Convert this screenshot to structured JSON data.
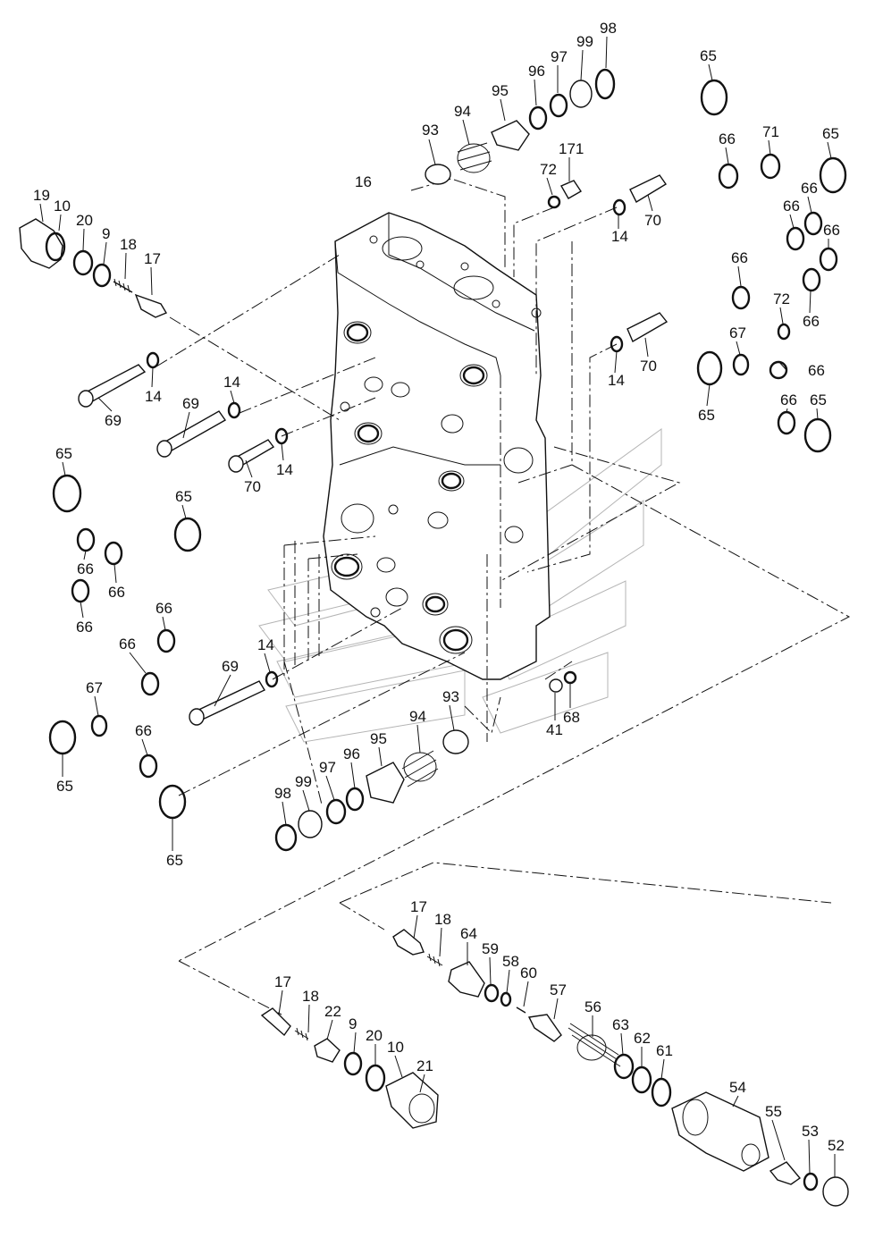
{
  "labels": [
    {
      "id": "l19a",
      "text": "19"
    },
    {
      "id": "l10a",
      "text": "10"
    },
    {
      "id": "l20a",
      "text": "20"
    },
    {
      "id": "l9a",
      "text": "9"
    },
    {
      "id": "l18a",
      "text": "18"
    },
    {
      "id": "l17a",
      "text": "17"
    },
    {
      "id": "l16",
      "text": "16"
    },
    {
      "id": "l93a",
      "text": "93"
    },
    {
      "id": "l94a",
      "text": "94"
    },
    {
      "id": "l95a",
      "text": "95"
    },
    {
      "id": "l96a",
      "text": "96"
    },
    {
      "id": "l97a",
      "text": "97"
    },
    {
      "id": "l99a",
      "text": "99"
    },
    {
      "id": "l98a",
      "text": "98"
    },
    {
      "id": "l72a",
      "text": "72"
    },
    {
      "id": "l171",
      "text": "171"
    },
    {
      "id": "l14a",
      "text": "14"
    },
    {
      "id": "l70a",
      "text": "70"
    },
    {
      "id": "l14b",
      "text": "14"
    },
    {
      "id": "l70b",
      "text": "70"
    },
    {
      "id": "l65a",
      "text": "65"
    },
    {
      "id": "l66a",
      "text": "66"
    },
    {
      "id": "l71",
      "text": "71"
    },
    {
      "id": "l65b",
      "text": "65"
    },
    {
      "id": "l66b",
      "text": "66"
    },
    {
      "id": "l66c",
      "text": "66"
    },
    {
      "id": "l66d",
      "text": "66"
    },
    {
      "id": "l66e",
      "text": "66"
    },
    {
      "id": "l72b",
      "text": "72"
    },
    {
      "id": "l66f",
      "text": "66"
    },
    {
      "id": "l67a",
      "text": "67"
    },
    {
      "id": "l66g",
      "text": "66"
    },
    {
      "id": "l65c",
      "text": "65"
    },
    {
      "id": "l66h",
      "text": "66"
    },
    {
      "id": "l65d",
      "text": "65"
    },
    {
      "id": "l14c",
      "text": "14"
    },
    {
      "id": "l69a",
      "text": "69"
    },
    {
      "id": "l69b",
      "text": "69"
    },
    {
      "id": "l14d",
      "text": "14"
    },
    {
      "id": "l70c",
      "text": "70"
    },
    {
      "id": "l14e",
      "text": "14"
    },
    {
      "id": "l65e",
      "text": "65"
    },
    {
      "id": "l65f",
      "text": "65"
    },
    {
      "id": "l66i",
      "text": "66"
    },
    {
      "id": "l66j",
      "text": "66"
    },
    {
      "id": "l66k",
      "text": "66"
    },
    {
      "id": "l66l",
      "text": "66"
    },
    {
      "id": "l66m",
      "text": "66"
    },
    {
      "id": "l67b",
      "text": "67"
    },
    {
      "id": "l65g",
      "text": "65"
    },
    {
      "id": "l66n",
      "text": "66"
    },
    {
      "id": "l65h",
      "text": "65"
    },
    {
      "id": "l14f",
      "text": "14"
    },
    {
      "id": "l69c",
      "text": "69"
    },
    {
      "id": "l93b",
      "text": "93"
    },
    {
      "id": "l94b",
      "text": "94"
    },
    {
      "id": "l95b",
      "text": "95"
    },
    {
      "id": "l96b",
      "text": "96"
    },
    {
      "id": "l97b",
      "text": "97"
    },
    {
      "id": "l99b",
      "text": "99"
    },
    {
      "id": "l98b",
      "text": "98"
    },
    {
      "id": "l41",
      "text": "41"
    },
    {
      "id": "l68",
      "text": "68"
    },
    {
      "id": "l17b",
      "text": "17"
    },
    {
      "id": "l18b",
      "text": "18"
    },
    {
      "id": "l64",
      "text": "64"
    },
    {
      "id": "l59",
      "text": "59"
    },
    {
      "id": "l58",
      "text": "58"
    },
    {
      "id": "l60",
      "text": "60"
    },
    {
      "id": "l57",
      "text": "57"
    },
    {
      "id": "l56",
      "text": "56"
    },
    {
      "id": "l63",
      "text": "63"
    },
    {
      "id": "l62",
      "text": "62"
    },
    {
      "id": "l61",
      "text": "61"
    },
    {
      "id": "l54",
      "text": "54"
    },
    {
      "id": "l55",
      "text": "55"
    },
    {
      "id": "l53",
      "text": "53"
    },
    {
      "id": "l52",
      "text": "52"
    },
    {
      "id": "l17c",
      "text": "17"
    },
    {
      "id": "l18c",
      "text": "18"
    },
    {
      "id": "l22",
      "text": "22"
    },
    {
      "id": "l9b",
      "text": "9"
    },
    {
      "id": "l20b",
      "text": "20"
    },
    {
      "id": "l10b",
      "text": "10"
    },
    {
      "id": "l21",
      "text": "21"
    }
  ]
}
